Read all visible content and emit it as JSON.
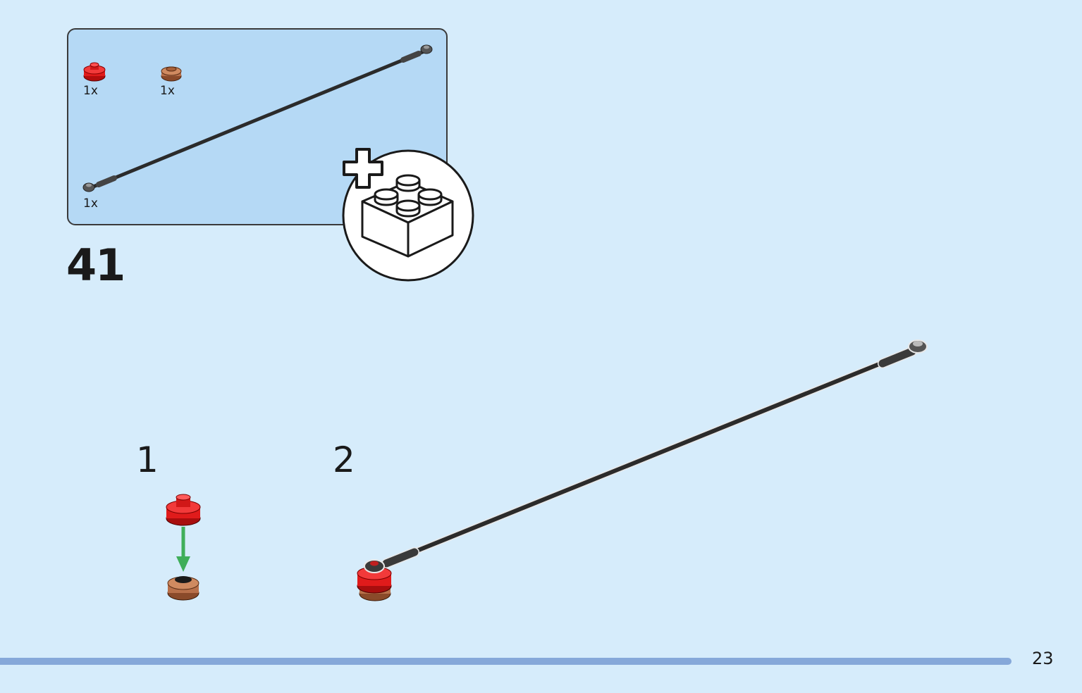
{
  "step": {
    "number": "41"
  },
  "parts": [
    {
      "name": "red-round-plate",
      "quantity": "1x",
      "color": "#e01b1b"
    },
    {
      "name": "brown-round-plate",
      "quantity": "1x",
      "color": "#b8704a"
    },
    {
      "name": "black-bar",
      "quantity": "1x",
      "color": "#2b2b2b"
    }
  ],
  "substeps": [
    {
      "number": "1"
    },
    {
      "number": "2"
    }
  ],
  "colors": {
    "background": "#d6ecfb",
    "parts_box": "#b5d9f5",
    "arrow": "#3fae5a",
    "bottom_bar": "#86a8d9"
  },
  "icons": {
    "additional_bricks": "plus-brick-icon"
  },
  "page": {
    "number": "23"
  }
}
